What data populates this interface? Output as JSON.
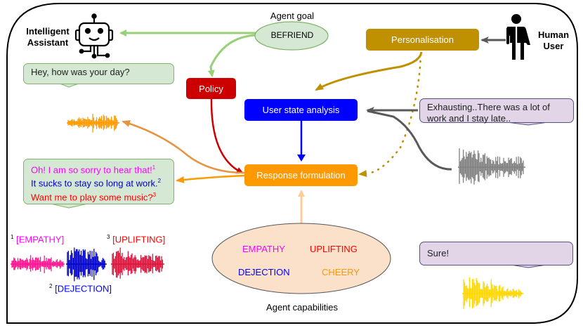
{
  "agent": {
    "label_line1": "Intelligent",
    "label_line2": "Assistant",
    "icon": "robot-icon"
  },
  "user": {
    "label_line1": "Human",
    "label_line2": "User",
    "icon": "person-icon"
  },
  "goal": {
    "caption": "Agent goal",
    "value": "BEFRIEND"
  },
  "nodes": {
    "policy": "Policy",
    "user_state": "User state analysis",
    "response": "Response formulation",
    "personalisation": "Personalisation"
  },
  "dialogue": {
    "agent_greeting": "Hey, how was your day?",
    "user_reply": "Exhausting..There was a lot of work and I stay late..",
    "agent_response": {
      "part1": "Oh! I am so sorry to hear that!",
      "sup1": "1",
      "part2": "It sucks to stay so long at work.",
      "sup2": "2",
      "part3": "Want me to play some music?",
      "sup3": "3"
    },
    "user_final": "Sure!"
  },
  "capabilities": {
    "caption": "Agent capabilities",
    "items": [
      {
        "label": "EMPATHY",
        "color": "#ff00ff"
      },
      {
        "label": "UPLIFTING",
        "color": "#ff0000"
      },
      {
        "label": "DEJECTION",
        "color": "#0000ff"
      },
      {
        "label": "CHEERY",
        "color": "#ff9900"
      }
    ]
  },
  "waveform_labels": {
    "w1_num": "1",
    "w1": "[EMPATHY]",
    "w2_num": "2",
    "w2": "[DEJECTION]",
    "w3_num": "3",
    "w3": "[UPLIFTING]"
  },
  "colors": {
    "policy": "#cc0000",
    "user_state": "#0000ff",
    "response": "#ff9900",
    "personalisation": "#bf9000",
    "goal_fill": "#d5e8d4",
    "goal_stroke": "#82b366",
    "green_arrow": "#97d077",
    "gray_arrow": "#595959",
    "peach": "#ffcc99",
    "caps_fill": "#fbe1c9"
  }
}
